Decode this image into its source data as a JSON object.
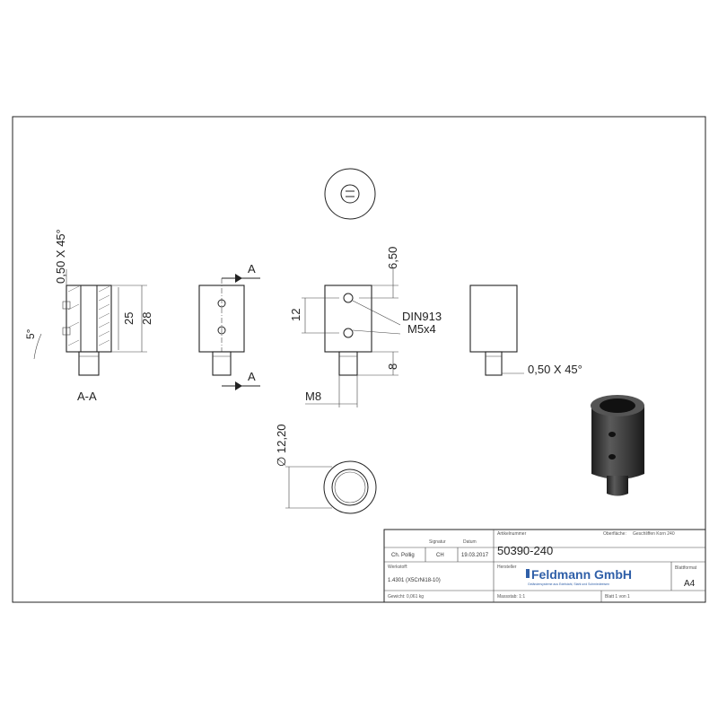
{
  "drawing": {
    "dimensions": {
      "chamfer_left": "0,50 X 45°",
      "height_25": "25",
      "height_28": "28",
      "angle_5": "5°",
      "section_label": "A-A",
      "section_marker_top": "A",
      "section_marker_bottom": "A",
      "dim_6_50": "6,50",
      "dim_12": "12",
      "dim_8": "8",
      "thread_m8": "M8",
      "din_label": "DIN913",
      "screw_label": "M5x4",
      "chamfer_right": "0,50 X 45°",
      "diameter": "∅ 12,20"
    },
    "colors": {
      "line": "#222222",
      "logo_blue": "#2f5fa8",
      "photo_metal_dark": "#2a2a2a",
      "photo_metal_mid": "#4a4a4a"
    }
  },
  "title_block": {
    "col_signatur": "Signatur",
    "col_datum": "Datum",
    "lbl_artikelnummer": "Artikelnummer",
    "lbl_oberflaeche": "Oberfläche:",
    "val_oberflaeche": "Geschliffen Korn 240",
    "drawn_by": "Ch. Pollig",
    "signature": "CH",
    "date": "19.03.2017",
    "article_number": "50390-240",
    "lbl_werkstoff": "Werkstoff:",
    "val_werkstoff": "1.4301 (X5CrNi18-10)",
    "lbl_hersteller": "Hersteller",
    "company": "Feldmann GmbH",
    "company_sub": "Geländersysteme aus Edelstahl, Stahl und Schmiedeeisen",
    "lbl_blattformat": "Blattformat",
    "val_blattformat": "A4",
    "lbl_gewicht": "Gewicht: 0,061 kg",
    "lbl_massstab": "Massstab: 1:1",
    "lbl_blatt": "Blatt 1 von 1"
  }
}
